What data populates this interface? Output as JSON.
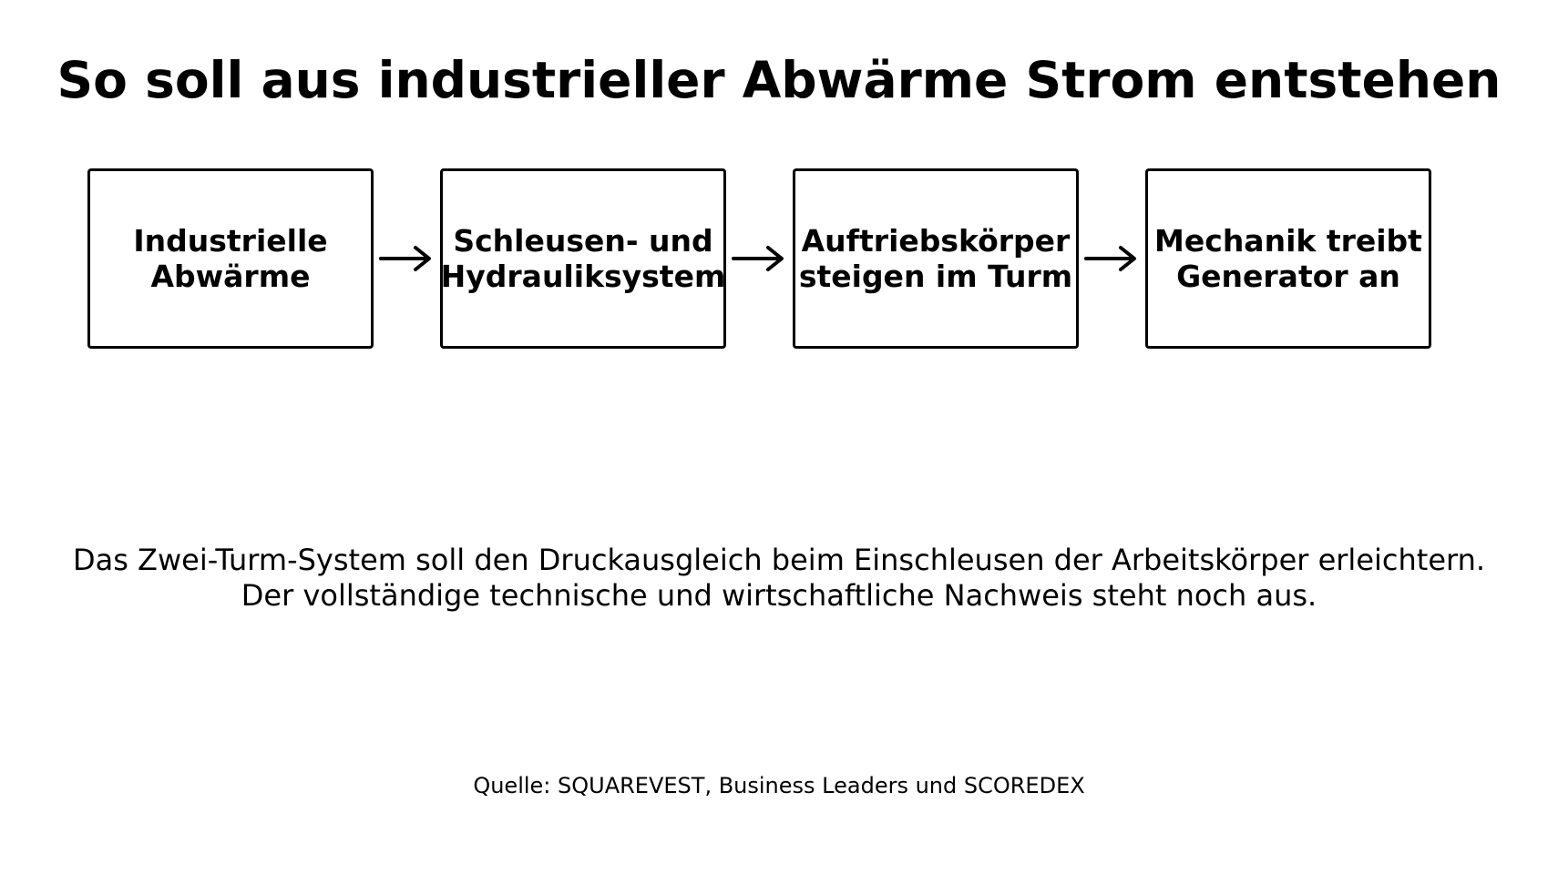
{
  "title": "So soll aus industrieller Abwärme Strom entstehen",
  "steps": [
    {
      "label": "Industrielle\nAbwärme"
    },
    {
      "label": "Schleusen- und\nHydrauliksystem"
    },
    {
      "label": "Auftriebskörper\nsteigen im Turm"
    },
    {
      "label": "Mechanik treibt\nGenerator an"
    }
  ],
  "note": {
    "line1": "Das Zwei-Turm-System soll den Druckausgleich beim Einschleusen der Arbeitskörper erleichtern.",
    "line2": "Der vollständige technische und wirtschaftliche Nachweis steht noch aus."
  },
  "source": "Quelle: SQUAREVEST, Business Leaders und SCOREDEX",
  "icons": {
    "connector": "right-arrow-icon"
  },
  "colors": {
    "ink": "#000000",
    "background": "#ffffff"
  }
}
